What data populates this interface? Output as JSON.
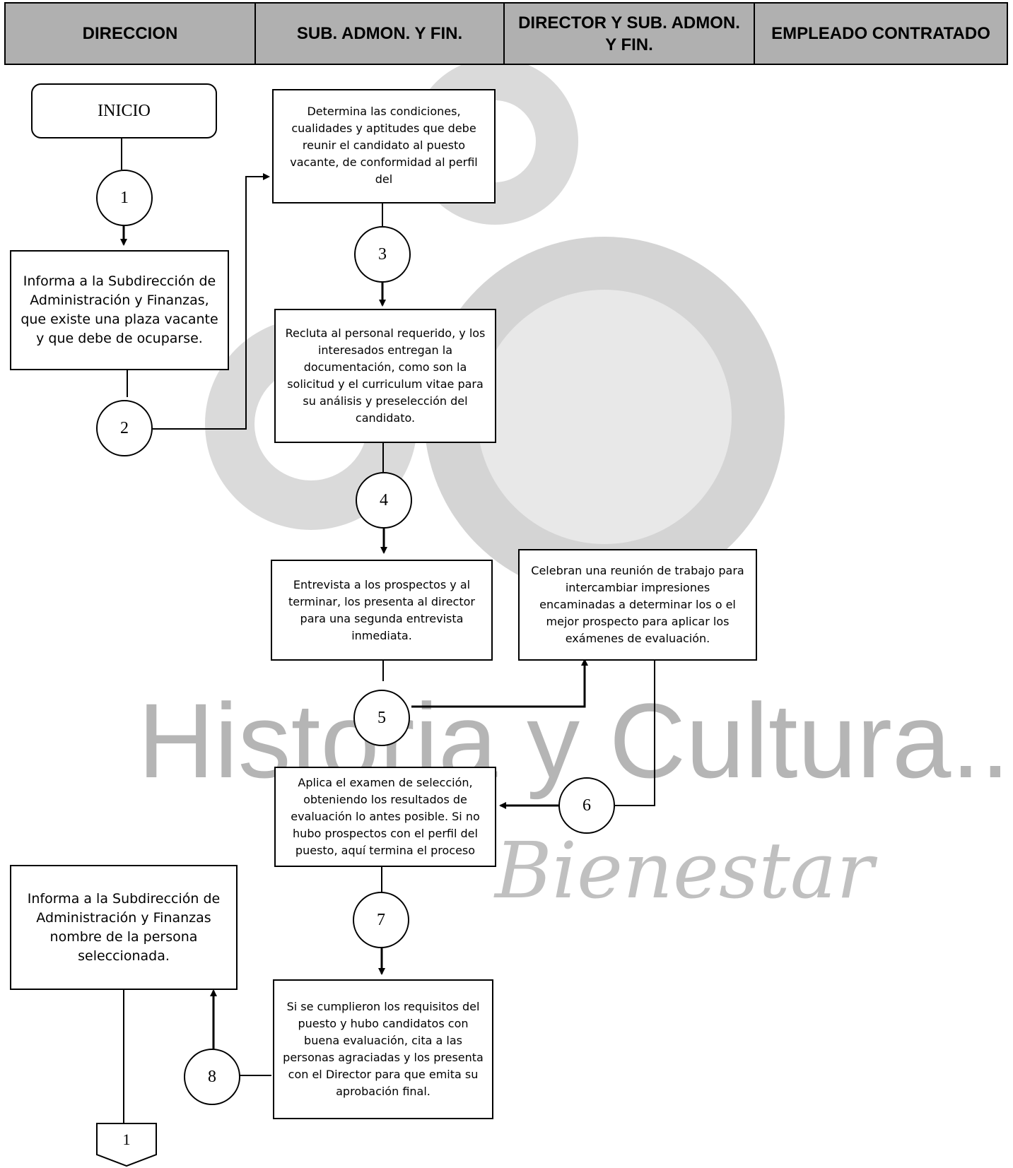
{
  "lanes": [
    {
      "label": "DIRECCION"
    },
    {
      "label": "SUB. ADMON. Y FIN."
    },
    {
      "label": "DIRECTOR Y SUB. ADMON. Y FIN."
    },
    {
      "label": "EMPLEADO CONTRATADO"
    }
  ],
  "start": {
    "label": "INICIO"
  },
  "steps": {
    "informa_plaza": "Informa a la Subdirección de Administración y Finanzas, que existe una plaza vacante y que debe de ocuparse.",
    "determina": "Determina las condiciones, cualidades y aptitudes que debe reunir el candidato al puesto vacante, de conformidad al perfil del",
    "recluta": "Recluta al personal requerido, y los interesados entregan la documentación, como son la solicitud y el curriculum vitae para su análisis y preselección del candidato.",
    "entrevista": "Entrevista a los prospectos y al terminar, los presenta al director para una segunda entrevista inmediata.",
    "celebran": "Celebran una reunión de trabajo para intercambiar impresiones encaminadas a determinar los o el mejor prospecto para aplicar los exámenes de evaluación.",
    "aplica": "Aplica el examen de selección, obteniendo los resultados de evaluación lo antes posible. Si no hubo prospectos con el perfil del puesto, aquí termina el proceso",
    "informa_nombre": "Informa a la Subdirección de Administración y Finanzas nombre de la persona seleccionada.",
    "cita": "Si se cumplieron los requisitos del puesto y hubo candidatos con buena evaluación, cita a las personas agraciadas y los presenta con el Director para que emita su aprobación final."
  },
  "nodes": {
    "n1": "1",
    "n2": "2",
    "n3": "3",
    "n4": "4",
    "n5": "5",
    "n6": "6",
    "n7": "7",
    "n8": "8"
  },
  "offpage": {
    "label": "1"
  },
  "watermark": {
    "text": "Historia y Cultura...",
    "script": "Bienestar",
    "color": "#b5b5b5"
  }
}
